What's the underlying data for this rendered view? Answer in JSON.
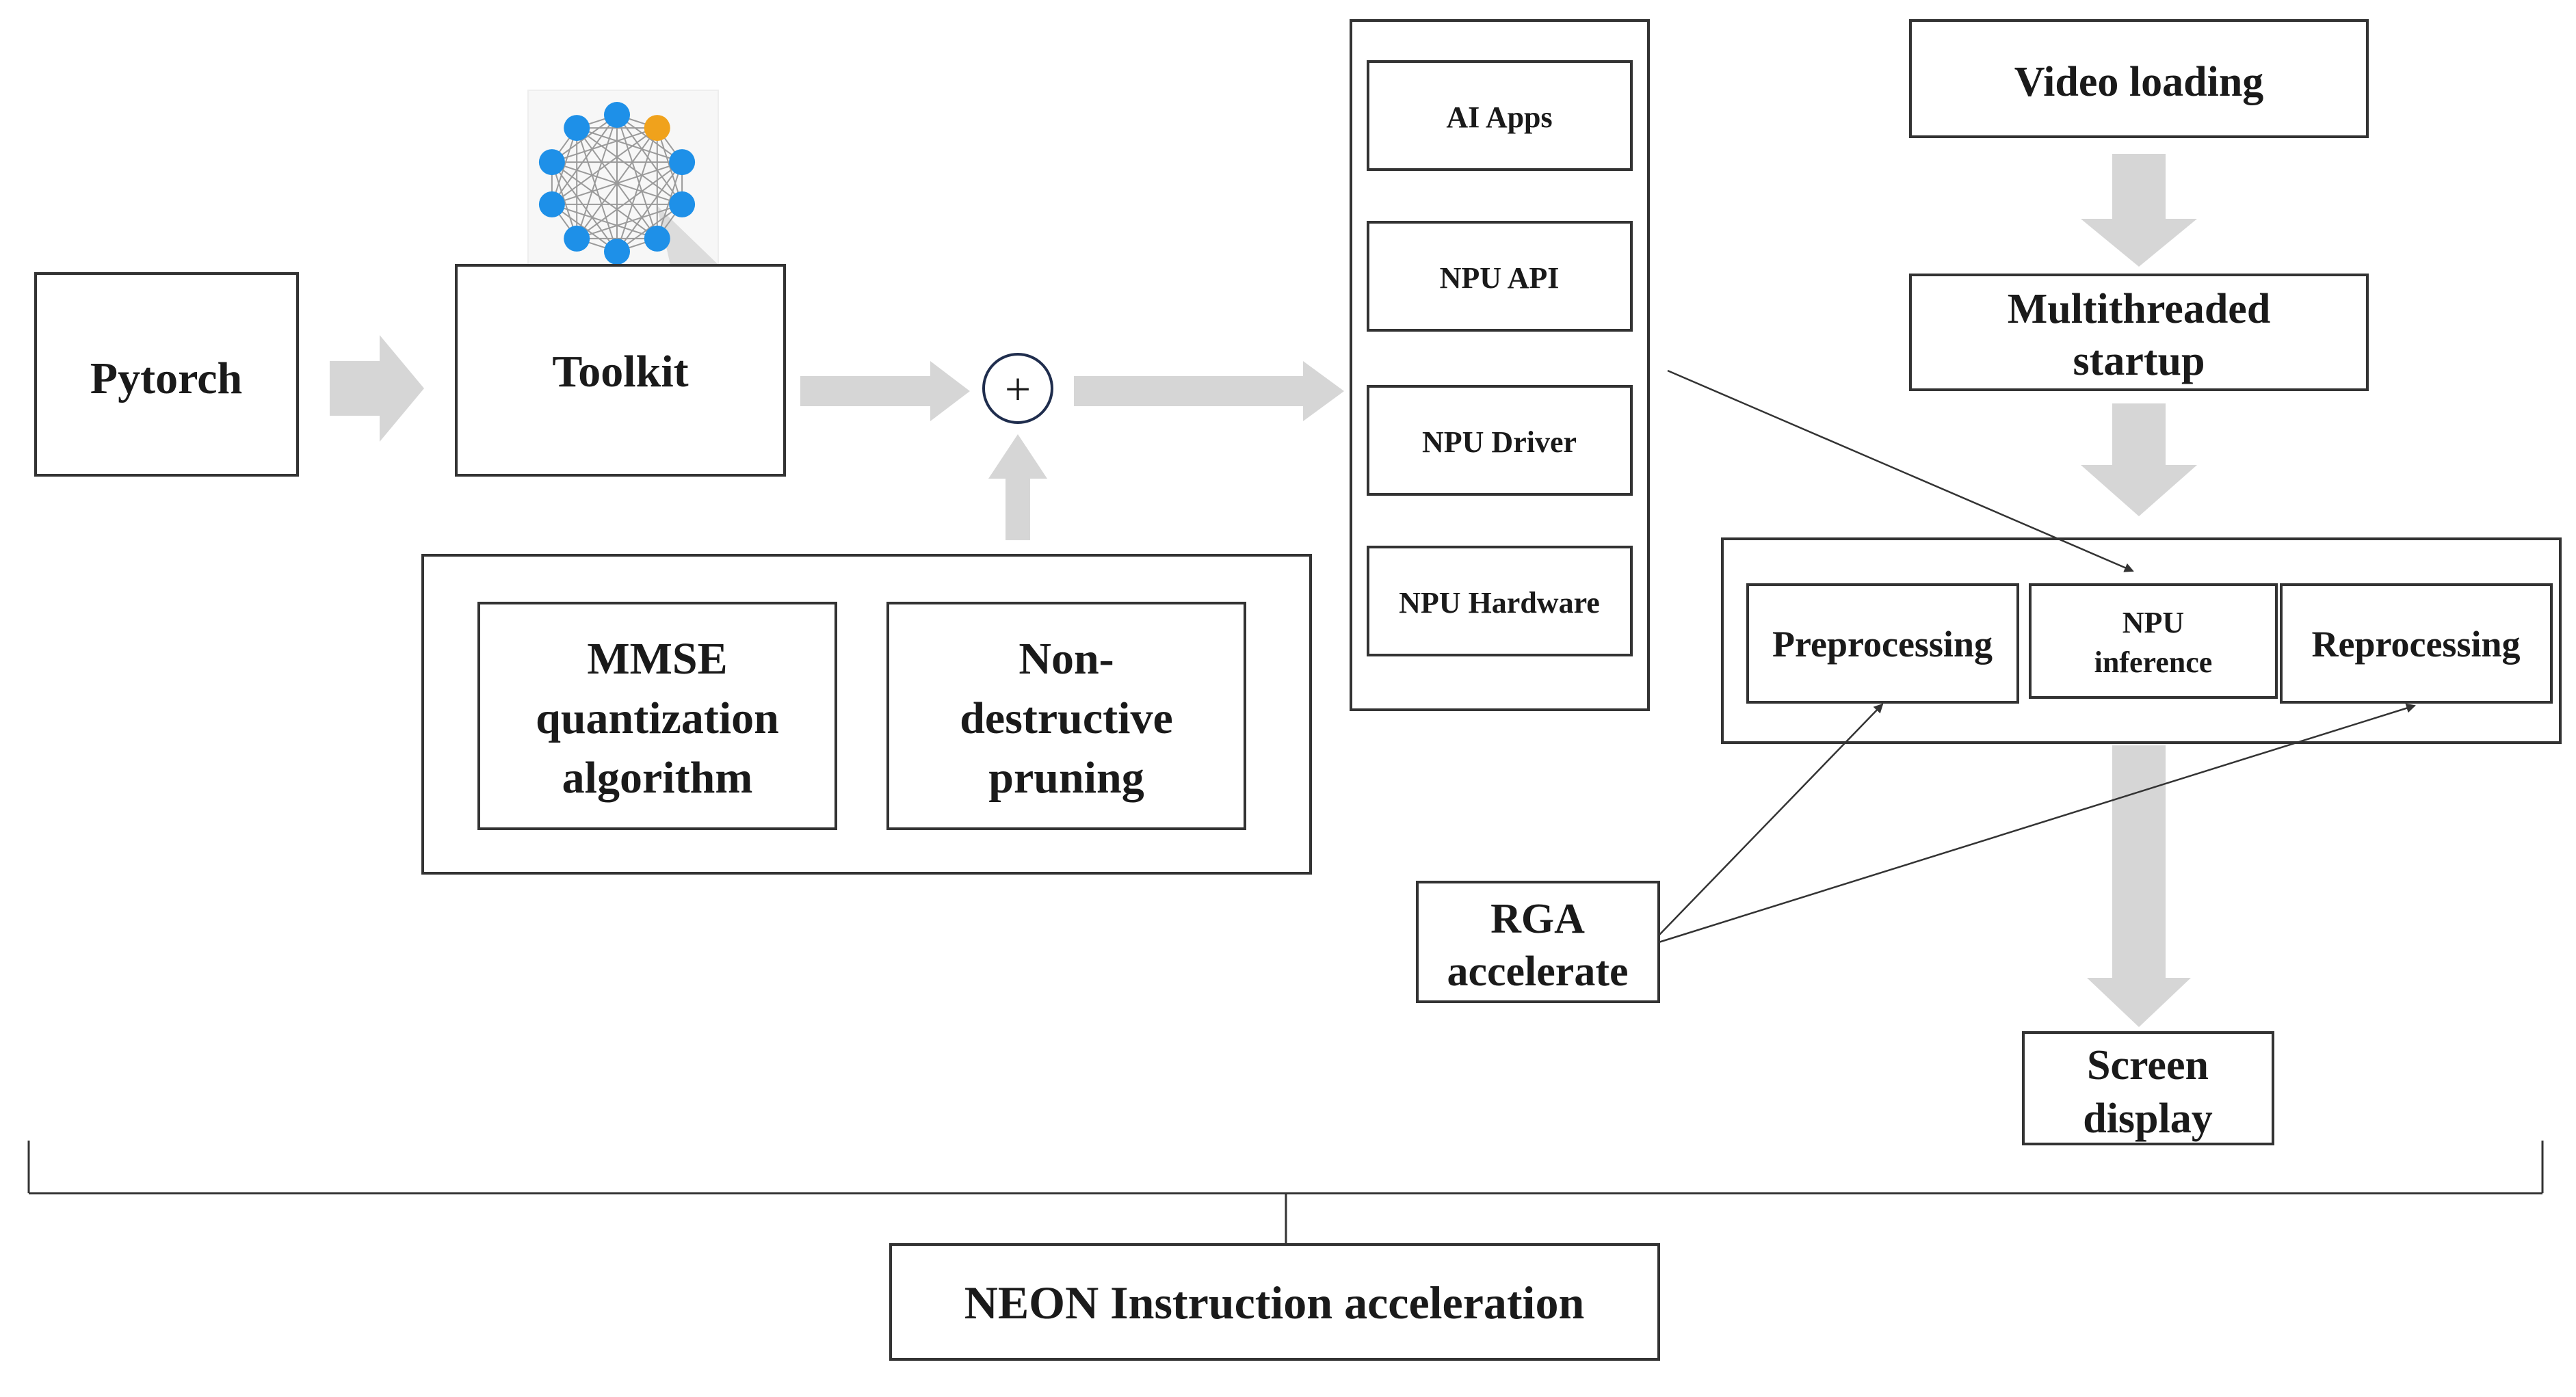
{
  "nodes": {
    "pytorch": "Pytorch",
    "toolkit": "Toolkit",
    "mmse": [
      "MMSE",
      "quantization",
      "algorithm"
    ],
    "pruning": [
      "Non-",
      "destructive",
      "pruning"
    ],
    "plus": "+",
    "ai_apps": "AI Apps",
    "npu_api": "NPU API",
    "npu_driver": "NPU Driver",
    "npu_hardware": "NPU Hardware",
    "video_loading": "Video loading",
    "multithreaded": [
      "Multithreaded",
      "startup"
    ],
    "preprocessing": "Preprocessing",
    "npu_inference": [
      "NPU",
      "inference"
    ],
    "reprocessing": "Reprocessing",
    "rga": [
      "RGA",
      "accelerate"
    ],
    "screen_display": [
      "Screen",
      "display"
    ],
    "neon": "NEON Instruction acceleration"
  },
  "icons": {
    "network": "neural-network-icon"
  },
  "colors": {
    "node_blue": "#1e90e8",
    "node_orange": "#f0a21c",
    "flow_arrow": "#d6d6d6"
  }
}
